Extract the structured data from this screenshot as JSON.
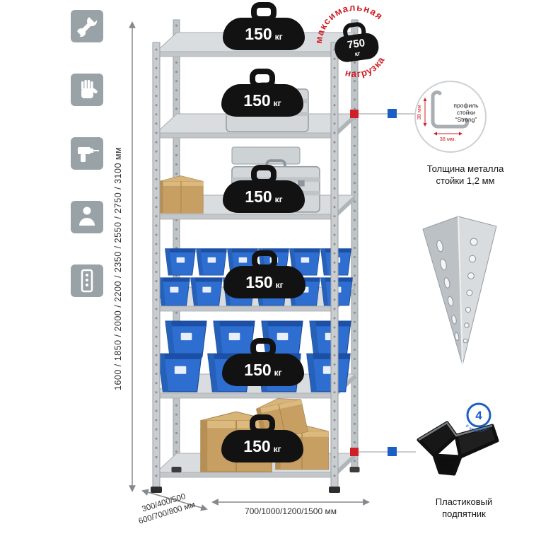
{
  "sidebar": {
    "icons": [
      "wrench",
      "gloves",
      "drill",
      "person",
      "rack-post"
    ]
  },
  "dimensions": {
    "height_label": "1600 / 1850 / 2000 / 2200 / 2350 / 2550 / 2750 / 3100 мм",
    "depth_label_line1": "300/400/500",
    "depth_label_line2": "600/700/800 мм",
    "width_label": "700/1000/1200/1500 мм"
  },
  "shelves": [
    {
      "load_value": "150",
      "load_unit": "кг"
    },
    {
      "load_value": "150",
      "load_unit": "кг"
    },
    {
      "load_value": "150",
      "load_unit": "кг"
    },
    {
      "load_value": "150",
      "load_unit": "кг"
    },
    {
      "load_value": "150",
      "load_unit": "кг"
    },
    {
      "load_value": "150",
      "load_unit": "кг"
    }
  ],
  "max_load_stamp": {
    "arc_top": "максимальная",
    "arc_bottom": "нагрузка",
    "value": "750",
    "unit": "кг"
  },
  "profile_callout": {
    "label_line1": "профиль",
    "label_line2": "стойки",
    "label_line3": "“Strong”",
    "dim_vertical": "38 мм",
    "dim_horizontal": "38 мм.",
    "caption_line1": "Толщина металла",
    "caption_line2": "стойки 1,2 мм"
  },
  "foot": {
    "badge_value": "4",
    "badge_text": "в комплекте",
    "caption_line1": "Пластиковый",
    "caption_line2": "подпятник"
  },
  "colors": {
    "accent_red": "#d01f27",
    "accent_blue": "#1b5fc4",
    "bin_blue": "#2e6ed0",
    "metal_gray": "#c9cdd0",
    "icon_bg": "#99a2a7"
  }
}
